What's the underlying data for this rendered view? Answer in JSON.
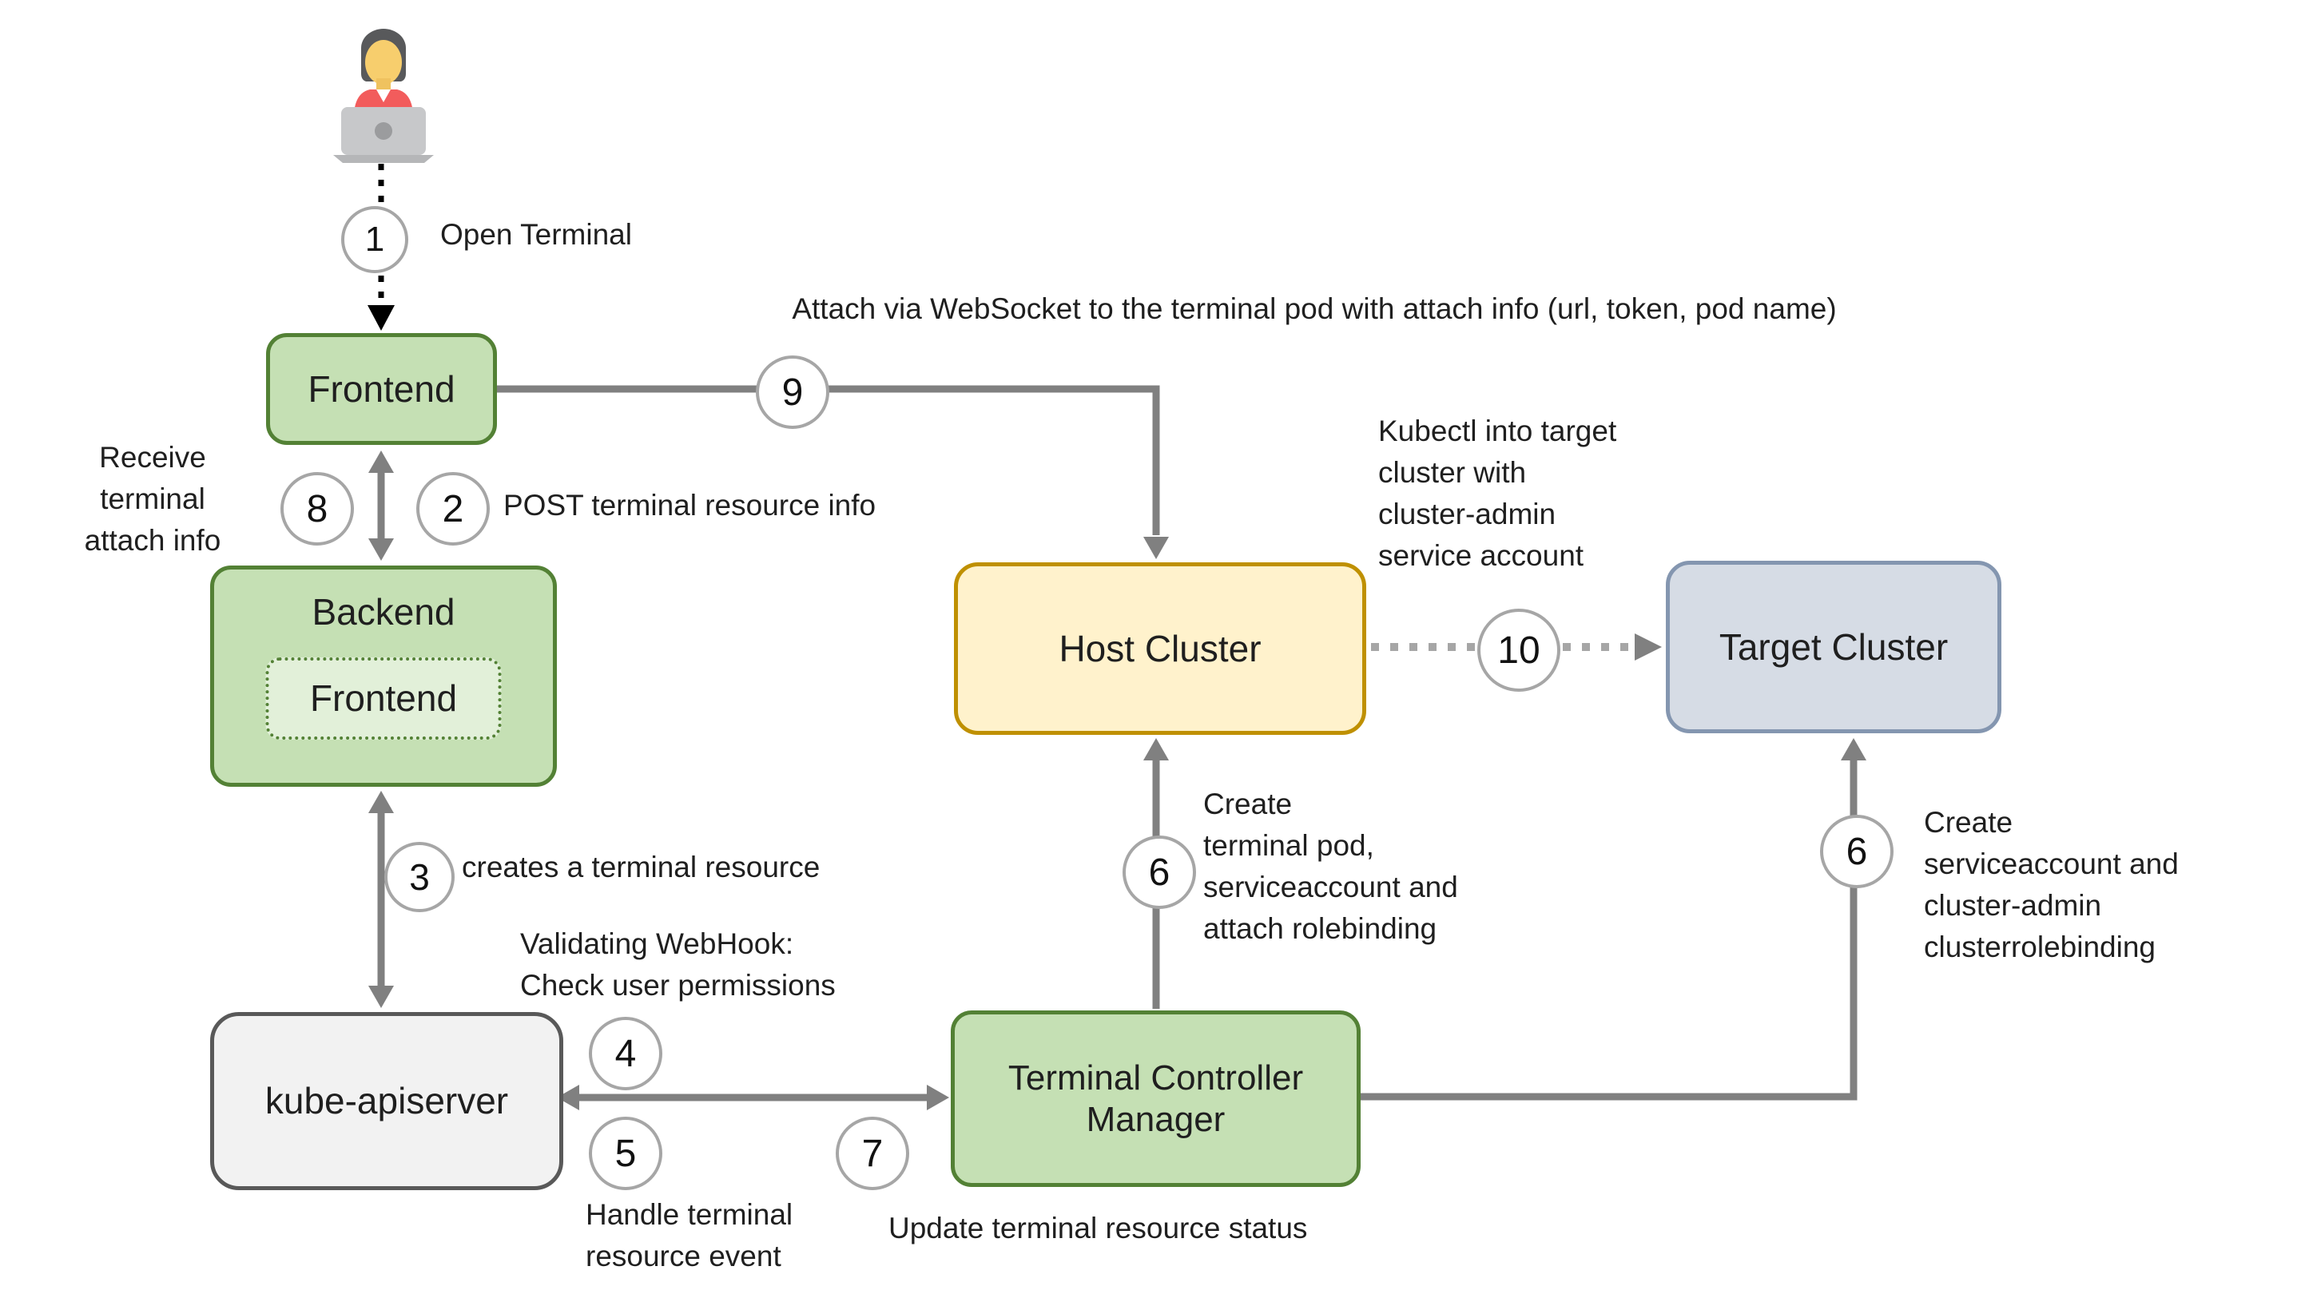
{
  "nodes": {
    "frontend": "Frontend",
    "backend": "Backend",
    "backend_inner": "Frontend",
    "kube_apiserver": "kube-apiserver",
    "terminal_controller_manager": "Terminal Controller Manager",
    "host_cluster": "Host Cluster",
    "target_cluster": "Target Cluster"
  },
  "steps": {
    "s1": "1",
    "s2": "2",
    "s3": "3",
    "s4": "4",
    "s5": "5",
    "s6_host": "6",
    "s6_target": "6",
    "s7": "7",
    "s8": "8",
    "s9": "9",
    "s10": "10"
  },
  "annotations": {
    "open_terminal": "Open Terminal",
    "attach_websocket": "Attach via WebSocket to the terminal pod with attach info (url, token, pod name)",
    "post_info": "POST terminal resource info",
    "receive_l1": "Receive",
    "receive_l2": "terminal",
    "receive_l3": "attach info",
    "creates_resource": "creates a terminal resource",
    "validating_l1": "Validating WebHook:",
    "validating_l2": "Check user permissions",
    "handle_l1": "Handle terminal",
    "handle_l2": "resource event",
    "update_status": "Update terminal resource status",
    "create_pod_l1": "Create",
    "create_pod_l2": "terminal pod,",
    "create_pod_l3": "serviceaccount and",
    "create_pod_l4": "attach rolebinding",
    "kubectl_l1": "Kubectl into target",
    "kubectl_l2": "cluster with",
    "kubectl_l3": "cluster-admin",
    "kubectl_l4": "service account",
    "create_sa_l1": "Create",
    "create_sa_l2": "serviceaccount and",
    "create_sa_l3": "cluster-admin",
    "create_sa_l4": "clusterrolebinding"
  },
  "icons": {
    "user": "person-at-laptop-icon"
  },
  "colors": {
    "green_fill": "#C5E0B4",
    "green_border": "#538135",
    "green_inner": "#E2F0D9",
    "gray_fill": "#F2F2F2",
    "gray_border": "#595959",
    "yellow_fill": "#FFF2CC",
    "yellow_border": "#BF9000",
    "blue_fill": "#D6DCE5",
    "blue_border": "#8496B0",
    "arrow_gray": "#808080",
    "dotted_gray": "#A6A6A6",
    "circle_border": "#A6A6A6",
    "user_dashed": "#000000"
  }
}
